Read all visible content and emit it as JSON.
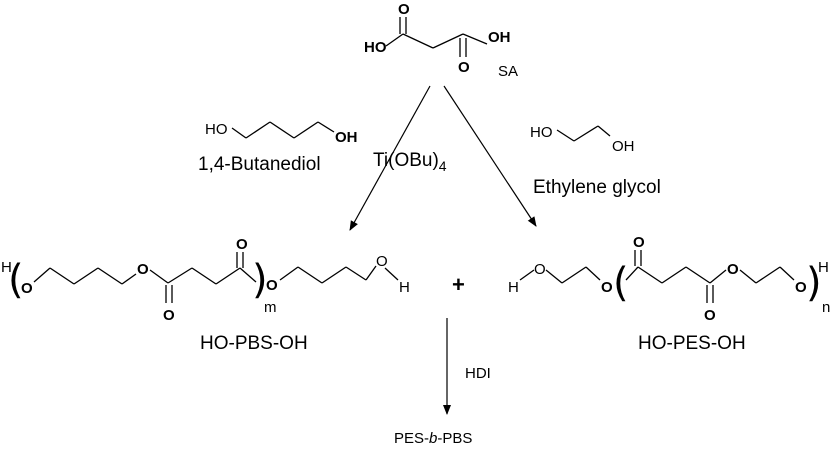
{
  "reactants": {
    "sa_label": "SA",
    "sa_ho": "HO",
    "sa_oh": "OH",
    "sa_o_top": "O",
    "sa_o_bottom": "O",
    "butanediol_ho": "HO",
    "butanediol_oh": "OH",
    "butanediol_label": "1,4-Butanediol",
    "eg_ho": "HO",
    "eg_oh": "OH",
    "eg_label": "Ethylene glycol"
  },
  "catalyst": {
    "main": "Ti(OBu)",
    "subscript": "4"
  },
  "pbs": {
    "h_left": "H",
    "o1": "O",
    "o2": "O",
    "o_carbonyl_low": "O",
    "o_carbonyl_high": "O",
    "m": "m",
    "o3": "O",
    "oh_o": "O",
    "oh_h": "H",
    "label": "HO-PBS-OH"
  },
  "plus": "+",
  "pes": {
    "h": "H",
    "o1": "O",
    "o2": "O",
    "o_carbonyl_high": "O",
    "o3": "O",
    "o_carbonyl_low": "O",
    "o4": "O",
    "h_right": "H",
    "n": "n",
    "label": "HO-PES-OH"
  },
  "step2": {
    "reagent": "HDI"
  },
  "product": {
    "pre": "PES-",
    "italic": "b",
    "post": "-PBS"
  }
}
